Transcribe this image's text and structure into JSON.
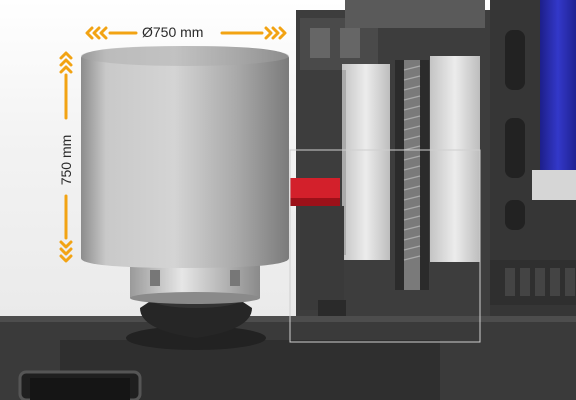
{
  "annotations": {
    "diameter_label": "Ø750 mm",
    "height_label": "750 mm"
  },
  "colors": {
    "arrow": "#f2a313",
    "machine_frame": "#3a3a3a",
    "spindle_guard": "#d8d8d8",
    "accent_red": "#d3202b",
    "motor_blue": "#2b2fb8",
    "workpiece": "#b9b9b9"
  },
  "icons": {
    "left_chevrons": "triple-chevron-left",
    "right_chevrons": "triple-chevron-right",
    "up_chevrons": "triple-chevron-up",
    "down_chevrons": "triple-chevron-down"
  }
}
